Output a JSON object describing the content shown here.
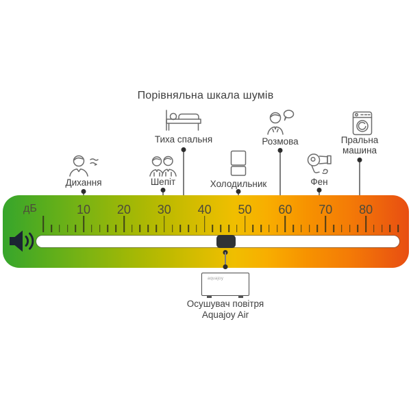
{
  "title": "Порівняльна шкала шумів",
  "scale": {
    "unit_label": "дБ",
    "tick_numbers": [
      "10",
      "20",
      "30",
      "40",
      "50",
      "60",
      "70",
      "80"
    ],
    "min_db": 0,
    "max_db": 88,
    "minor_step_db": 2,
    "major_step_db": 10
  },
  "items": [
    {
      "label": "Дихання",
      "approx_db": 10,
      "icon": "breathing-person-icon"
    },
    {
      "label": "Шепіт",
      "approx_db": 30,
      "icon": "whispering-people-icon"
    },
    {
      "label": "Тиха спальня",
      "approx_db": 35,
      "icon": "bed-icon"
    },
    {
      "label": "Холодильник",
      "approx_db": 48,
      "icon": "refrigerator-icon"
    },
    {
      "label": "Розмова",
      "approx_db": 59,
      "icon": "talking-person-icon"
    },
    {
      "label": "Фен",
      "approx_db": 68,
      "icon": "hairdryer-icon"
    },
    {
      "label": "Пральна машина",
      "approx_db": 78,
      "icon": "washing-machine-icon"
    }
  ],
  "marker": {
    "label_line1": "Осушувач повітря",
    "label_line2": "Aquajoy Air",
    "device_text": "aquajoy",
    "approx_db": 45
  },
  "colors": {
    "gradient_left_green": "#36a52c",
    "gradient_mid_yellow": "#dcbd00",
    "gradient_right_orange": "#e84e12",
    "slider_handle": "#2f3336",
    "speaker_icon": "#1b2433",
    "connector_dot": "#2d2d2d",
    "scale_text": "#4d4a3a",
    "label_text": "#3e3e3e"
  }
}
